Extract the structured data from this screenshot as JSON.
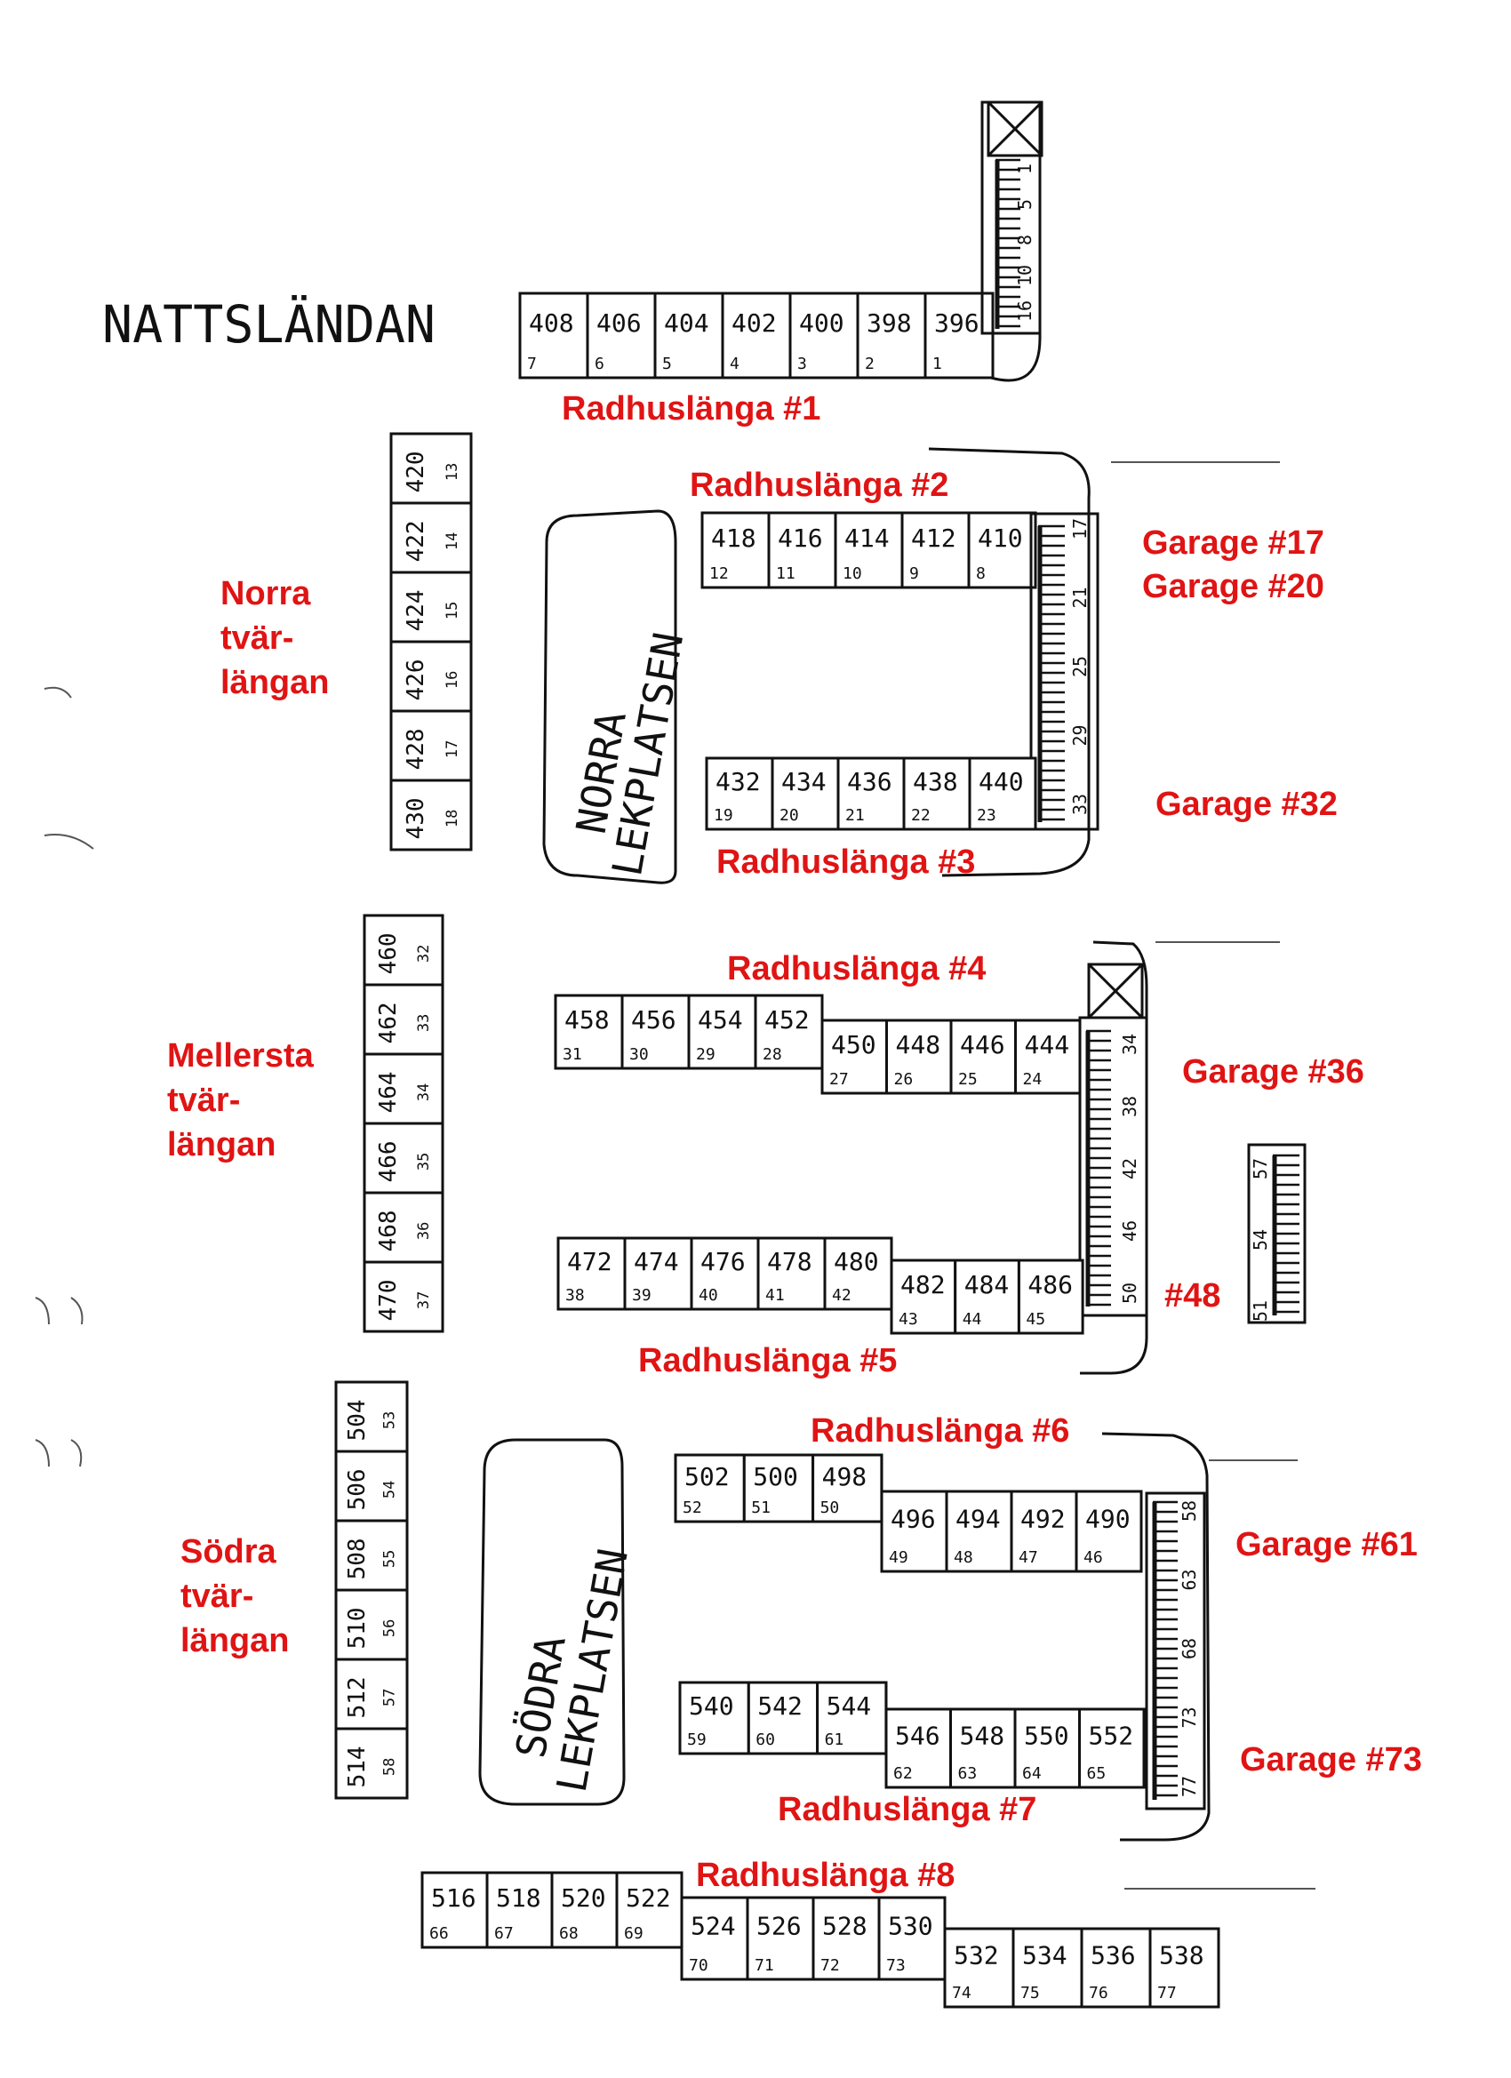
{
  "title": "NATTSLÄNDAN",
  "colors": {
    "ink": "#111111",
    "label": "#e01414",
    "paper": "#ffffff"
  },
  "rows": {
    "r1": {
      "label": "Radhuslänga #1",
      "units": [
        {
          "house": "408",
          "nr": "7"
        },
        {
          "house": "406",
          "nr": "6"
        },
        {
          "house": "404",
          "nr": "5"
        },
        {
          "house": "402",
          "nr": "4"
        },
        {
          "house": "400",
          "nr": "3"
        },
        {
          "house": "398",
          "nr": "2"
        },
        {
          "house": "396",
          "nr": "1"
        }
      ]
    },
    "r2": {
      "label": "Radhuslänga #2",
      "units": [
        {
          "house": "418",
          "nr": "12"
        },
        {
          "house": "416",
          "nr": "11"
        },
        {
          "house": "414",
          "nr": "10"
        },
        {
          "house": "412",
          "nr": "9"
        },
        {
          "house": "410",
          "nr": "8"
        }
      ]
    },
    "r3": {
      "label": "Radhuslänga #3",
      "units": [
        {
          "house": "432",
          "nr": "19"
        },
        {
          "house": "434",
          "nr": "20"
        },
        {
          "house": "436",
          "nr": "21"
        },
        {
          "house": "438",
          "nr": "22"
        },
        {
          "house": "440",
          "nr": "23"
        }
      ]
    },
    "r4": {
      "label": "Radhuslänga #4",
      "units": [
        {
          "house": "458",
          "nr": "31"
        },
        {
          "house": "456",
          "nr": "30"
        },
        {
          "house": "454",
          "nr": "29"
        },
        {
          "house": "452",
          "nr": "28"
        },
        {
          "house": "450",
          "nr": "27"
        },
        {
          "house": "448",
          "nr": "26"
        },
        {
          "house": "446",
          "nr": "25"
        },
        {
          "house": "444",
          "nr": "24"
        }
      ]
    },
    "r5": {
      "label": "Radhuslänga #5",
      "units": [
        {
          "house": "472",
          "nr": "38"
        },
        {
          "house": "474",
          "nr": "39"
        },
        {
          "house": "476",
          "nr": "40"
        },
        {
          "house": "478",
          "nr": "41"
        },
        {
          "house": "480",
          "nr": "42"
        },
        {
          "house": "482",
          "nr": "43"
        },
        {
          "house": "484",
          "nr": "44"
        },
        {
          "house": "486",
          "nr": "45"
        }
      ]
    },
    "r6": {
      "label": "Radhuslänga #6",
      "units": [
        {
          "house": "502",
          "nr": "52"
        },
        {
          "house": "500",
          "nr": "51"
        },
        {
          "house": "498",
          "nr": "50"
        },
        {
          "house": "496",
          "nr": "49"
        },
        {
          "house": "494",
          "nr": "48"
        },
        {
          "house": "492",
          "nr": "47"
        },
        {
          "house": "490",
          "nr": "46"
        }
      ]
    },
    "r7": {
      "label": "Radhuslänga #7",
      "units": [
        {
          "house": "540",
          "nr": "59"
        },
        {
          "house": "542",
          "nr": "60"
        },
        {
          "house": "544",
          "nr": "61"
        },
        {
          "house": "546",
          "nr": "62"
        },
        {
          "house": "548",
          "nr": "63"
        },
        {
          "house": "550",
          "nr": "64"
        },
        {
          "house": "552",
          "nr": "65"
        }
      ]
    },
    "r8": {
      "label": "Radhuslänga #8",
      "units": [
        {
          "house": "516",
          "nr": "66"
        },
        {
          "house": "518",
          "nr": "67"
        },
        {
          "house": "520",
          "nr": "68"
        },
        {
          "house": "522",
          "nr": "69"
        },
        {
          "house": "524",
          "nr": "70"
        },
        {
          "house": "526",
          "nr": "71"
        },
        {
          "house": "528",
          "nr": "72"
        },
        {
          "house": "530",
          "nr": "73"
        },
        {
          "house": "532",
          "nr": "74"
        },
        {
          "house": "534",
          "nr": "75"
        },
        {
          "house": "536",
          "nr": "76"
        },
        {
          "house": "538",
          "nr": "77"
        }
      ]
    }
  },
  "cross": {
    "norra": {
      "label": [
        "Norra",
        "tvär-",
        "längan"
      ],
      "units": [
        {
          "house": "420",
          "nr": "13"
        },
        {
          "house": "422",
          "nr": "14"
        },
        {
          "house": "424",
          "nr": "15"
        },
        {
          "house": "426",
          "nr": "16"
        },
        {
          "house": "428",
          "nr": "17"
        },
        {
          "house": "430",
          "nr": "18"
        }
      ]
    },
    "mellersta": {
      "label": [
        "Mellersta",
        " tvär-",
        "längan"
      ],
      "units": [
        {
          "house": "460",
          "nr": "32"
        },
        {
          "house": "462",
          "nr": "33"
        },
        {
          "house": "464",
          "nr": "34"
        },
        {
          "house": "466",
          "nr": "35"
        },
        {
          "house": "468",
          "nr": "36"
        },
        {
          "house": "470",
          "nr": "37"
        }
      ]
    },
    "sodra": {
      "label": [
        "Södra",
        "tvär-",
        "längan"
      ],
      "units": [
        {
          "house": "504",
          "nr": "53"
        },
        {
          "house": "506",
          "nr": "54"
        },
        {
          "house": "508",
          "nr": "55"
        },
        {
          "house": "510",
          "nr": "56"
        },
        {
          "house": "512",
          "nr": "57"
        },
        {
          "house": "514",
          "nr": "58"
        }
      ]
    }
  },
  "playgrounds": {
    "norra": [
      "NORRA",
      "LEKPLATSEN"
    ],
    "sodra": [
      "SÖDRA",
      "LEKPLATSEN"
    ]
  },
  "garages": {
    "g1": {
      "nums": [
        "1",
        "5",
        "8",
        "10",
        "16"
      ]
    },
    "g17": {
      "labels": [
        "Garage #17",
        "Garage #20"
      ],
      "nums": [
        "17",
        "21",
        "25",
        "29",
        "33"
      ]
    },
    "g32": {
      "label": "Garage #32"
    },
    "g36": {
      "label": "Garage #36",
      "nums": [
        "34",
        "38",
        "42",
        "46",
        "50"
      ]
    },
    "g48": {
      "label": "#48",
      "nums": [
        "51",
        "54",
        "57"
      ]
    },
    "g61": {
      "label": "Garage #61",
      "nums": [
        "58",
        "63",
        "68",
        "73",
        "77"
      ]
    },
    "g73": {
      "label": "Garage #73"
    }
  }
}
